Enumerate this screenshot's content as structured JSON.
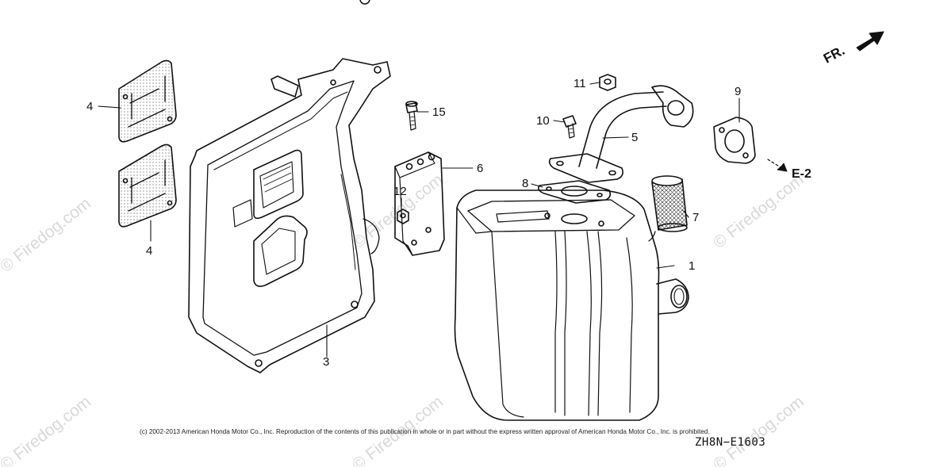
{
  "diagram": {
    "callouts": [
      {
        "id": "1",
        "label": "1"
      },
      {
        "id": "3",
        "label": "3"
      },
      {
        "id": "4a",
        "label": "4"
      },
      {
        "id": "4b",
        "label": "4"
      },
      {
        "id": "5",
        "label": "5"
      },
      {
        "id": "6",
        "label": "6"
      },
      {
        "id": "7",
        "label": "7"
      },
      {
        "id": "8",
        "label": "8"
      },
      {
        "id": "9",
        "label": "9"
      },
      {
        "id": "10",
        "label": "10"
      },
      {
        "id": "11",
        "label": "11"
      },
      {
        "id": "12",
        "label": "12"
      },
      {
        "id": "15",
        "label": "15"
      }
    ],
    "front_indicator": "FR.",
    "reference_label": "E-2",
    "copyright": "(c) 2002-2013 American Honda Motor Co., Inc. Reproduction of the contents of this publication in whole or in part without the express written approval of American Honda Motor Co., Inc. is prohibited.",
    "diagram_code": "ZH8N−E1603",
    "watermark": "© Firedog.com"
  },
  "colors": {
    "line": "#111111",
    "watermark": "#d9d9d9",
    "background": "#ffffff"
  }
}
